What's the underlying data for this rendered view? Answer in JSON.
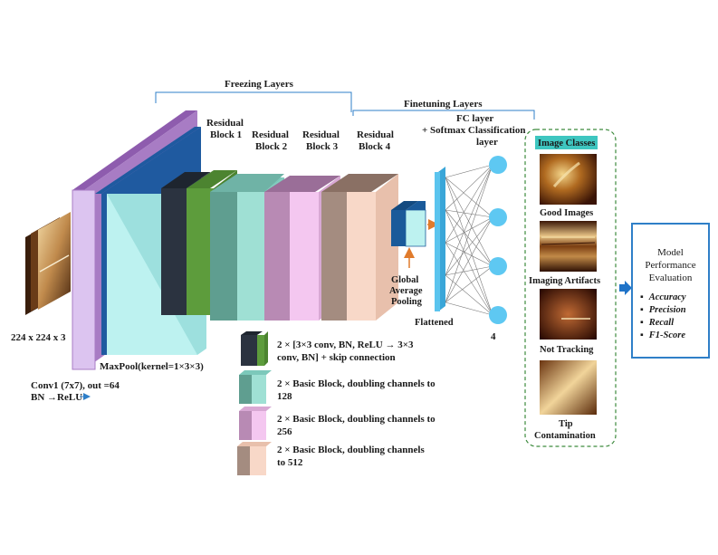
{
  "input": {
    "size_label": "224 x 224 x 3"
  },
  "conv1": {
    "line1": "Conv1 (7x7), out =64",
    "line2": "BN →ReLU"
  },
  "maxpool": {
    "label": "MaxPool(kernel=1×3×3)"
  },
  "groups": {
    "freezing": "Freezing Layers",
    "finetuning": "Finetuning Layers"
  },
  "blocks": [
    {
      "line1": "Residual",
      "line2": "Block 1"
    },
    {
      "line1": "Residual",
      "line2": "Block 2"
    },
    {
      "line1": "Residual",
      "line2": "Block 3"
    },
    {
      "line1": "Residual",
      "line2": "Block 4"
    }
  ],
  "gap": {
    "line1": "Global",
    "line2": "Average",
    "line3": "Pooling"
  },
  "flattened": {
    "label": "Flattened"
  },
  "fc": {
    "line1": "FC layer",
    "line2": "+ Softmax Classification",
    "line3": "layer"
  },
  "output": {
    "count": "4"
  },
  "legend": [
    {
      "line1": "2 × [3×3 conv, BN, ReLU → 3×3",
      "line2": "conv, BN] + skip connection"
    },
    {
      "line1": "2 × Basic Block, doubling channels to",
      "line2": "128"
    },
    {
      "line1": "2 × Basic Block, doubling channels to",
      "line2": "256"
    },
    {
      "line1": "2 × Basic Block, doubling channels",
      "line2": "to 512"
    }
  ],
  "classes": {
    "header": "Image Classes",
    "items": [
      {
        "label": "Good Images"
      },
      {
        "label": "Imaging Artifacts"
      },
      {
        "label": "Not Tracking"
      },
      {
        "label": "Tip",
        "label2": "Contamination"
      }
    ]
  },
  "evaluation": {
    "title_line1": "Model",
    "title_line2": "Performance",
    "title_line3": "Evaluation",
    "metrics": [
      "Accuracy",
      "Precision",
      "Recall",
      "F1-Score"
    ]
  },
  "colors": {
    "purple": "#a87cc4",
    "lavender": "#dcc4f0",
    "cyan": "#bdf2f0",
    "blue_edge": "#1f5aa0",
    "dark": "#2b3340",
    "green": "#5d9c3c",
    "teal": "#5f9e90",
    "mint": "#9fe0d4",
    "mauve": "#b88ab4",
    "pink": "#f4c7f0",
    "taupe": "#a48c80",
    "peach": "#f8d8c8",
    "fc_blue": "#5bc4ee",
    "node_blue": "#5ec8f2",
    "gap_blue": "#1a5a9a",
    "orange": "#e07b2c",
    "dash_green": "#3c8a3c",
    "arrow_blue": "#1f73c8",
    "header_teal": "#3ec6c0"
  }
}
